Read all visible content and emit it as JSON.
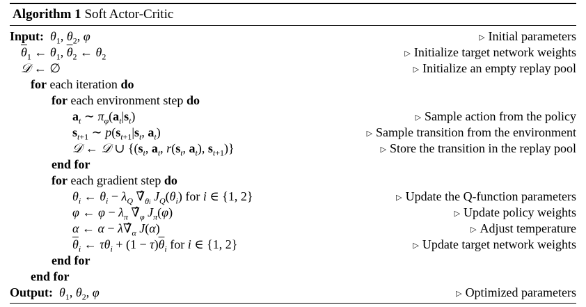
{
  "algorithm": {
    "number_label": "Algorithm 1",
    "title": "Soft Actor-Critic"
  },
  "lines": [
    {
      "indent": 0,
      "keyword": "Input:",
      "math": "θ1, θ2, φ",
      "comment": "Initial parameters"
    },
    {
      "indent": 1,
      "math": "θ̄1 ← θ1, θ̄2 ← θ2",
      "comment": "Initialize target network weights"
    },
    {
      "indent": 1,
      "math": "𝒟 ← ∅",
      "comment": "Initialize an empty replay pool"
    },
    {
      "indent": 1,
      "keyword": "for",
      "text": "each iteration",
      "keyword_end": "do"
    },
    {
      "indent": 2,
      "keyword": "for",
      "text": "each environment step",
      "keyword_end": "do"
    },
    {
      "indent": 3,
      "math": "at ∼ πφ(at|st)",
      "comment": "Sample action from the policy"
    },
    {
      "indent": 3,
      "math": "st+1 ∼ p(st+1|st, at)",
      "comment": "Sample transition from the environment"
    },
    {
      "indent": 3,
      "math": "𝒟 ← 𝒟 ∪ {(st, at, r(st, at), st+1)}",
      "comment": "Store the transition in the replay pool"
    },
    {
      "indent": 2,
      "keyword": "end for"
    },
    {
      "indent": 2,
      "keyword": "for",
      "text": "each gradient step",
      "keyword_end": "do"
    },
    {
      "indent": 3,
      "math": "θi ← θi − λQ ∇̂θi JQ(θi) for i ∈ {1, 2}",
      "comment": "Update the Q-function parameters"
    },
    {
      "indent": 3,
      "math": "φ ← φ − λπ ∇̂φ Jπ(φ)",
      "comment": "Update policy weights"
    },
    {
      "indent": 3,
      "math": "α ← α − λ∇̂α J(α)",
      "comment": "Adjust temperature"
    },
    {
      "indent": 3,
      "math": "θ̄i ← τθi + (1 − τ)θ̄i for i ∈ {1, 2}",
      "comment": "Update target network weights"
    },
    {
      "indent": 2,
      "keyword": "end for"
    },
    {
      "indent": 1,
      "keyword": "end for"
    },
    {
      "indent": 0,
      "keyword": "Output:",
      "math": "θ1, θ2, φ",
      "comment": "Optimized parameters"
    }
  ],
  "comment_marker": "▷"
}
